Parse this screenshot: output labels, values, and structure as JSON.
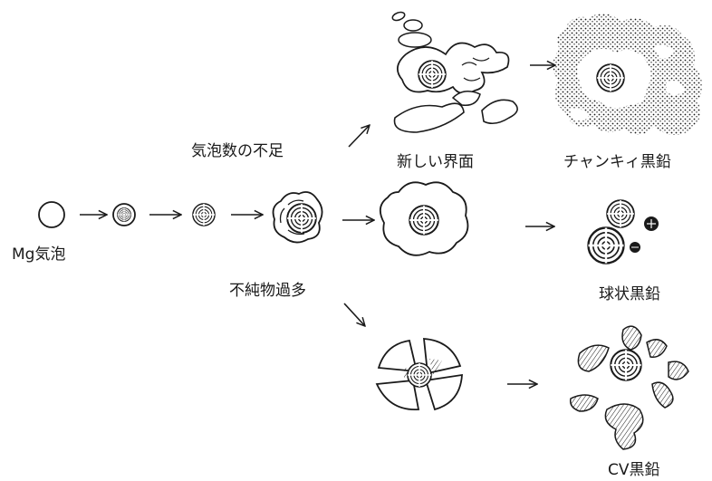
{
  "labels": {
    "mg_bubble": "Mg気泡",
    "insufficient_bubbles": "気泡数の不足",
    "excess_impurities": "不純物過多",
    "new_interface": "新しい界面",
    "chunky_graphite": "チャンキィ黒鉛",
    "spheroidal_graphite": "球状黒鉛",
    "cv_graphite": "CV黒鉛"
  },
  "colors": {
    "ink": "#1a1a1a",
    "paper": "#ffffff"
  }
}
